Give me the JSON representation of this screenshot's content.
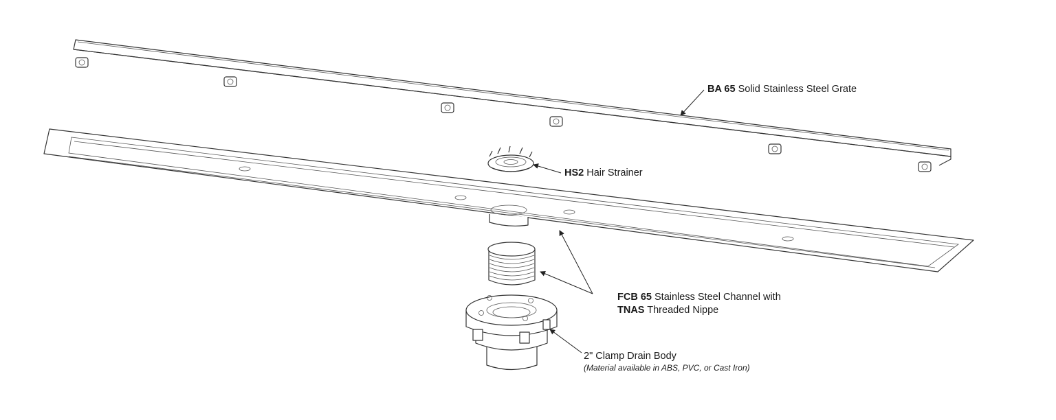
{
  "labels": {
    "grate": {
      "code": "BA 65",
      "text": "Solid Stainless Steel Grate"
    },
    "strainer": {
      "code": "HS2",
      "text": "Hair Strainer"
    },
    "channel": {
      "code": "FCB 65",
      "text": "Stainless Steel Channel with",
      "code2": "TNAS",
      "text2": "Threaded Nippe"
    },
    "body": {
      "text": "2\" Clamp Drain Body",
      "note": "(Material available in ABS, PVC, or Cast Iron)"
    }
  },
  "colors": {
    "line": "#333333",
    "background": "#ffffff"
  }
}
